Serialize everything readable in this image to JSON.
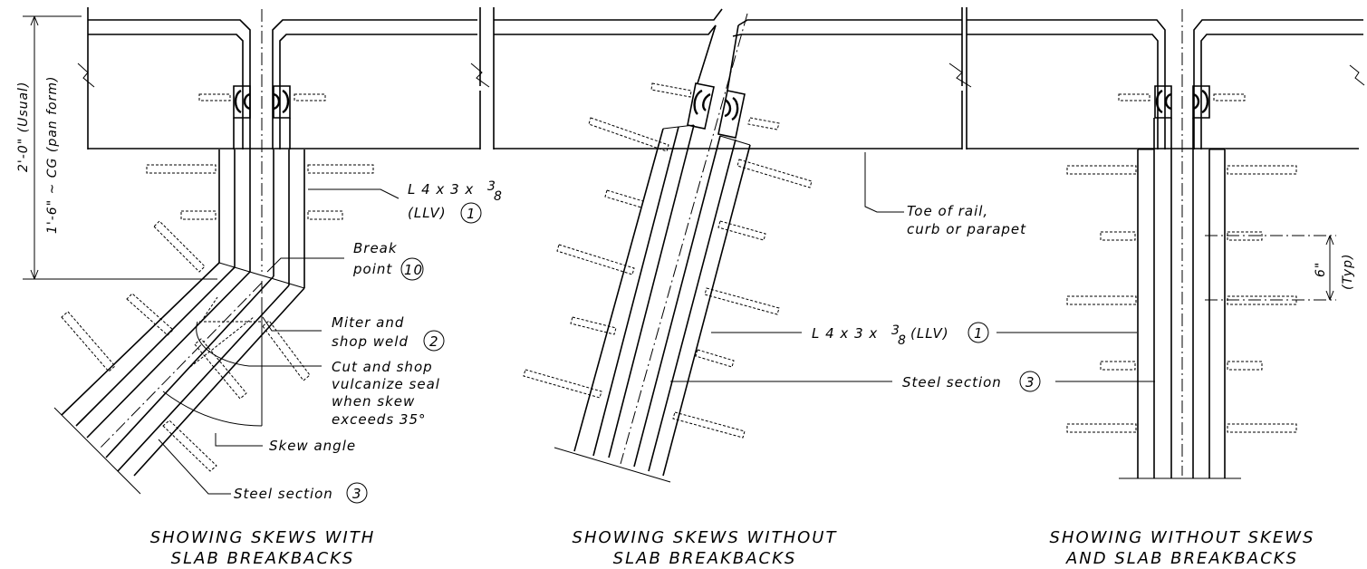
{
  "labels": {
    "angle_leg": "L 4 x 3 x",
    "angle_frac_num": "3",
    "angle_frac_den": "8",
    "llv": "(LLV)",
    "llv_paren": "(LLV)",
    "note_1": "1",
    "break_point_line1": "Break",
    "break_point_line2": "point",
    "note_10": "10",
    "miter_line1": "Miter and",
    "miter_line2": "shop weld",
    "note_2": "2",
    "cut_line1": "Cut and shop",
    "cut_line2": "vulcanize seal",
    "cut_line3": "when skew",
    "cut_line4": "exceeds 35°",
    "skew_angle": "Skew angle",
    "steel_section": "Steel section",
    "note_3": "3",
    "toe_line1": "Toe of rail,",
    "toe_line2": "curb or parapet",
    "dim_usual": "2'-0\" (Usual)",
    "dim_cg": "1'-6\" ~ CG (pan form)",
    "dim_six": "6\"",
    "dim_typ": "(Typ)"
  },
  "captions": [
    {
      "line1": "SHOWING SKEWS WITH",
      "line2": "SLAB BREAKBACKS"
    },
    {
      "line1": "SHOWING SKEWS WITHOUT",
      "line2": "SLAB BREAKBACKS"
    },
    {
      "line1": "SHOWING WITHOUT SKEWS",
      "line2": "AND SLAB BREAKBACKS"
    }
  ]
}
